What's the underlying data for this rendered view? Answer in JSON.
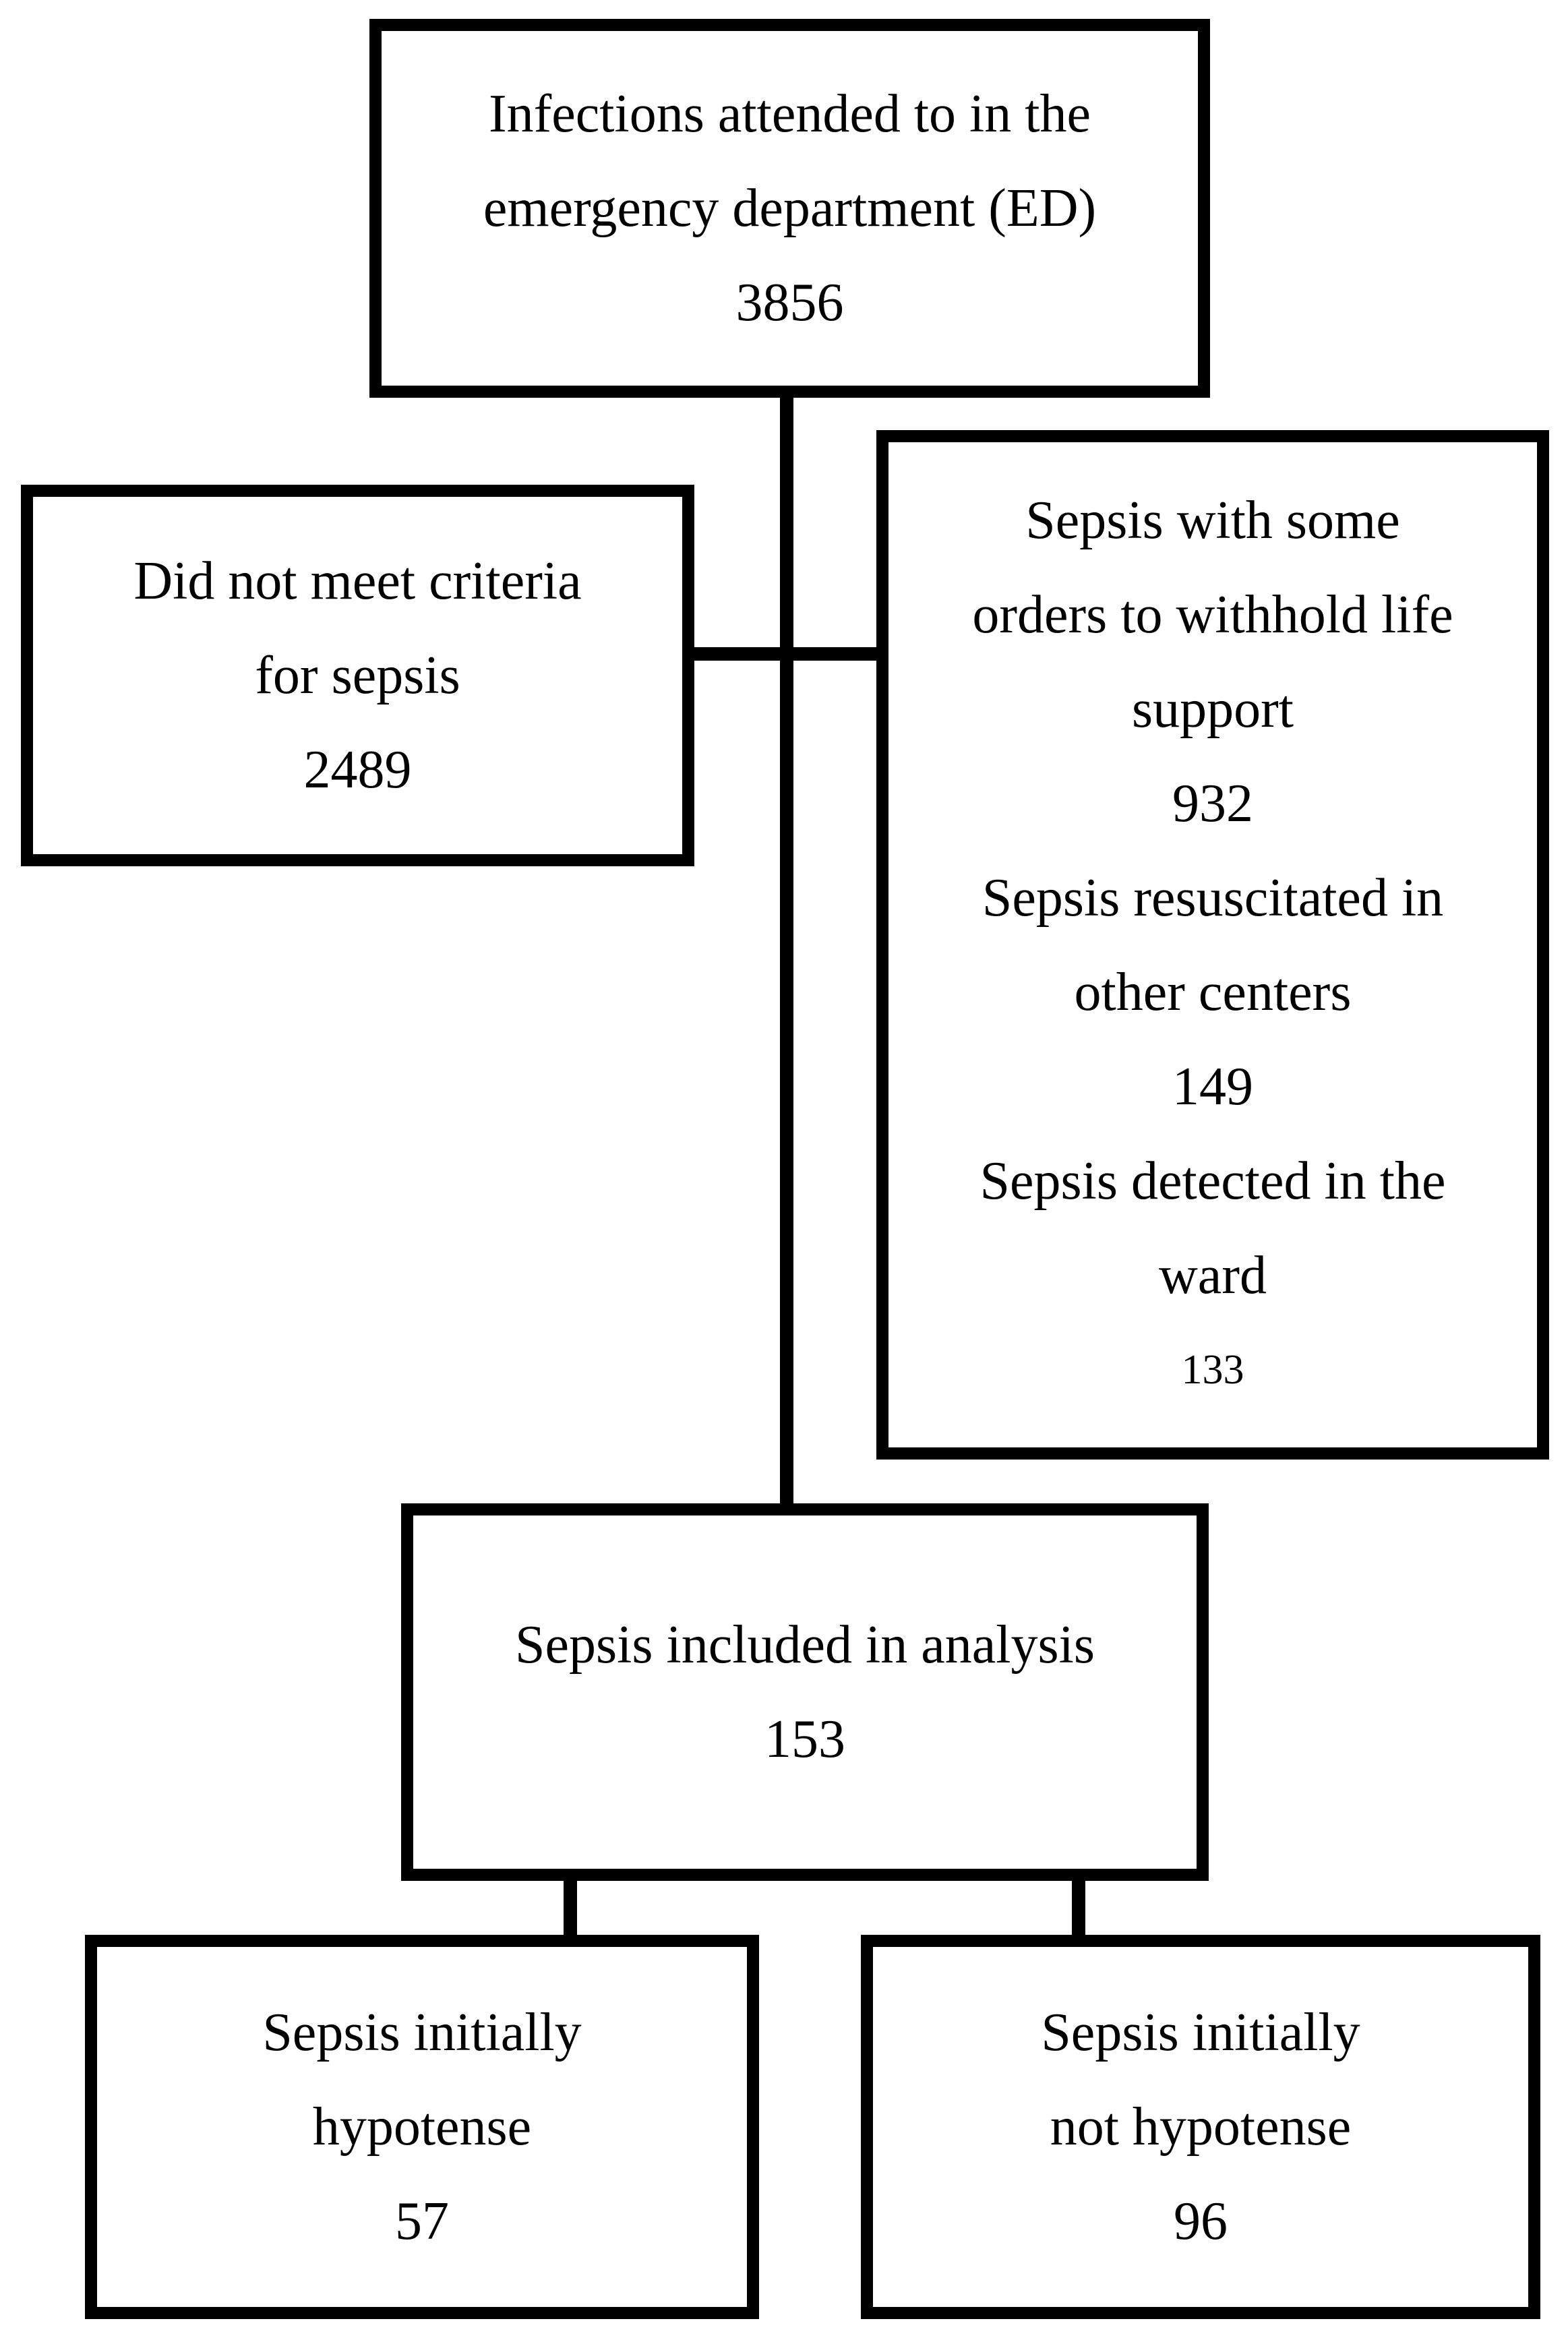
{
  "colors": {
    "line": "#000000",
    "text": "#000000",
    "background": "#ffffff"
  },
  "boxes": {
    "top": {
      "lines": [
        "Infections attended to in the",
        "emergency department (ED)",
        "3856"
      ]
    },
    "excluded_left": {
      "lines": [
        "Did not meet criteria",
        "for sepsis",
        "2489"
      ]
    },
    "excluded_right": {
      "lines": [
        "Sepsis with some",
        "orders to withhold life",
        "support",
        "932",
        "Sepsis resuscitated in",
        "other centers",
        "149",
        "Sepsis detected in the",
        "ward",
        "133"
      ]
    },
    "included": {
      "lines": [
        "Sepsis included in analysis",
        "153"
      ]
    },
    "hypotense": {
      "lines": [
        "Sepsis initially",
        "hypotense",
        "57"
      ]
    },
    "not_hypotense": {
      "lines": [
        "Sepsis initially",
        "not hypotense",
        "96"
      ]
    }
  }
}
